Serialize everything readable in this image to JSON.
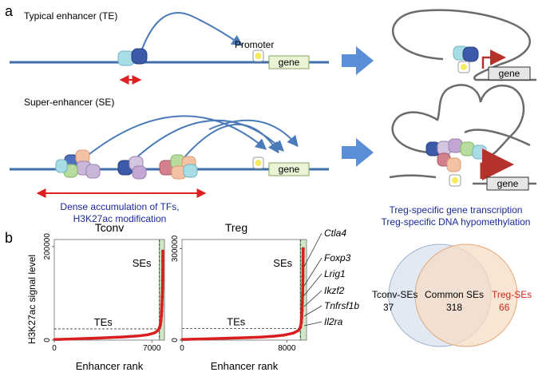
{
  "panel_a": {
    "label": "a",
    "te_title": "Typical enhancer (TE)",
    "se_title": "Super-enhancer (SE)",
    "promoter_label": "Promoter",
    "gene_label": "gene",
    "dense_caption_line1": "Dense accumulation of TFs,",
    "dense_caption_line2": "H3K27ac modification",
    "treg_caption_line1": "Treg-specific gene transcription",
    "treg_caption_line2": "Treg-specific DNA hypomethylation"
  },
  "panel_b": {
    "label": "b",
    "ylabel": "H3K27ac signal level",
    "gene_annotations": [
      "Ctla4",
      "Foxp3",
      "Lrig1",
      "Ikzf2",
      "Tnfrsf1b",
      "Il2ra"
    ]
  },
  "venn": {
    "left_label": "Tconv-SEs",
    "left_count": "37",
    "center_label": "Common SEs",
    "center_count": "318",
    "right_label": "Treg-SEs",
    "right_count": "66",
    "left_fill": "#dfe7f2",
    "left_stroke": "#9fb3cf",
    "right_fill": "#f6dcc6",
    "right_stroke": "#e3a878",
    "right_label_color": "#cc2a1e"
  },
  "colors": {
    "dna": "#3f6fa8",
    "arc": "#4a7ab8",
    "big_arrow": "#5a8fd8",
    "red": "#e02020",
    "caption_blue": "#1a2a9a",
    "gene_fill": "#eaf3d6",
    "gene_box_gray": "#e6e6e6",
    "se_highlight": "#cfe6c8",
    "chart_red": "#d81e1e",
    "curly_red": "#b5322a"
  },
  "chart_data": [
    {
      "type": "scatter",
      "title": "Tconv",
      "xlabel": "Enhancer rank",
      "ylabel": "H3K27ac signal level",
      "xticks": [
        "0",
        "7000"
      ],
      "yticks": [
        "0",
        "200000"
      ],
      "xlim": [
        0,
        7900
      ],
      "ylim": [
        0,
        215000
      ],
      "te_label": "TEs",
      "se_label": "SEs",
      "se_cutoff_rank": 7540,
      "te_threshold": 24000,
      "points": [
        [
          0,
          1200
        ],
        [
          1000,
          2200
        ],
        [
          2000,
          3200
        ],
        [
          3000,
          4300
        ],
        [
          4000,
          5400
        ],
        [
          5000,
          6800
        ],
        [
          6000,
          8800
        ],
        [
          6700,
          11500
        ],
        [
          7200,
          15500
        ],
        [
          7450,
          21000
        ],
        [
          7540,
          26000
        ],
        [
          7600,
          32000
        ],
        [
          7640,
          40000
        ],
        [
          7680,
          52000
        ],
        [
          7700,
          62000
        ],
        [
          7720,
          76000
        ],
        [
          7740,
          92000
        ],
        [
          7760,
          112000
        ],
        [
          7770,
          128000
        ],
        [
          7778,
          150000
        ],
        [
          7782,
          170000
        ],
        [
          7785,
          190000
        ]
      ]
    },
    {
      "type": "scatter",
      "title": "Treg",
      "xlabel": "Enhancer rank",
      "ylabel": "",
      "xticks": [
        "0",
        "8000"
      ],
      "yticks": [
        "0",
        "300000"
      ],
      "xlim": [
        0,
        9500
      ],
      "ylim": [
        0,
        330000
      ],
      "te_label": "TEs",
      "se_label": "SEs",
      "se_cutoff_rank": 9030,
      "te_threshold": 38000,
      "points": [
        [
          0,
          2000
        ],
        [
          1000,
          3200
        ],
        [
          2000,
          4300
        ],
        [
          3000,
          5400
        ],
        [
          4000,
          6700
        ],
        [
          5000,
          8200
        ],
        [
          6000,
          10000
        ],
        [
          7000,
          12800
        ],
        [
          7800,
          16500
        ],
        [
          8500,
          23000
        ],
        [
          8900,
          32000
        ],
        [
          9030,
          42000
        ],
        [
          9100,
          58000
        ],
        [
          9130,
          74000
        ],
        [
          9160,
          98000
        ],
        [
          9180,
          122000
        ],
        [
          9200,
          150000
        ],
        [
          9215,
          180000
        ],
        [
          9225,
          210000
        ],
        [
          9235,
          245000
        ],
        [
          9240,
          275000
        ],
        [
          9245,
          300000
        ]
      ]
    }
  ]
}
